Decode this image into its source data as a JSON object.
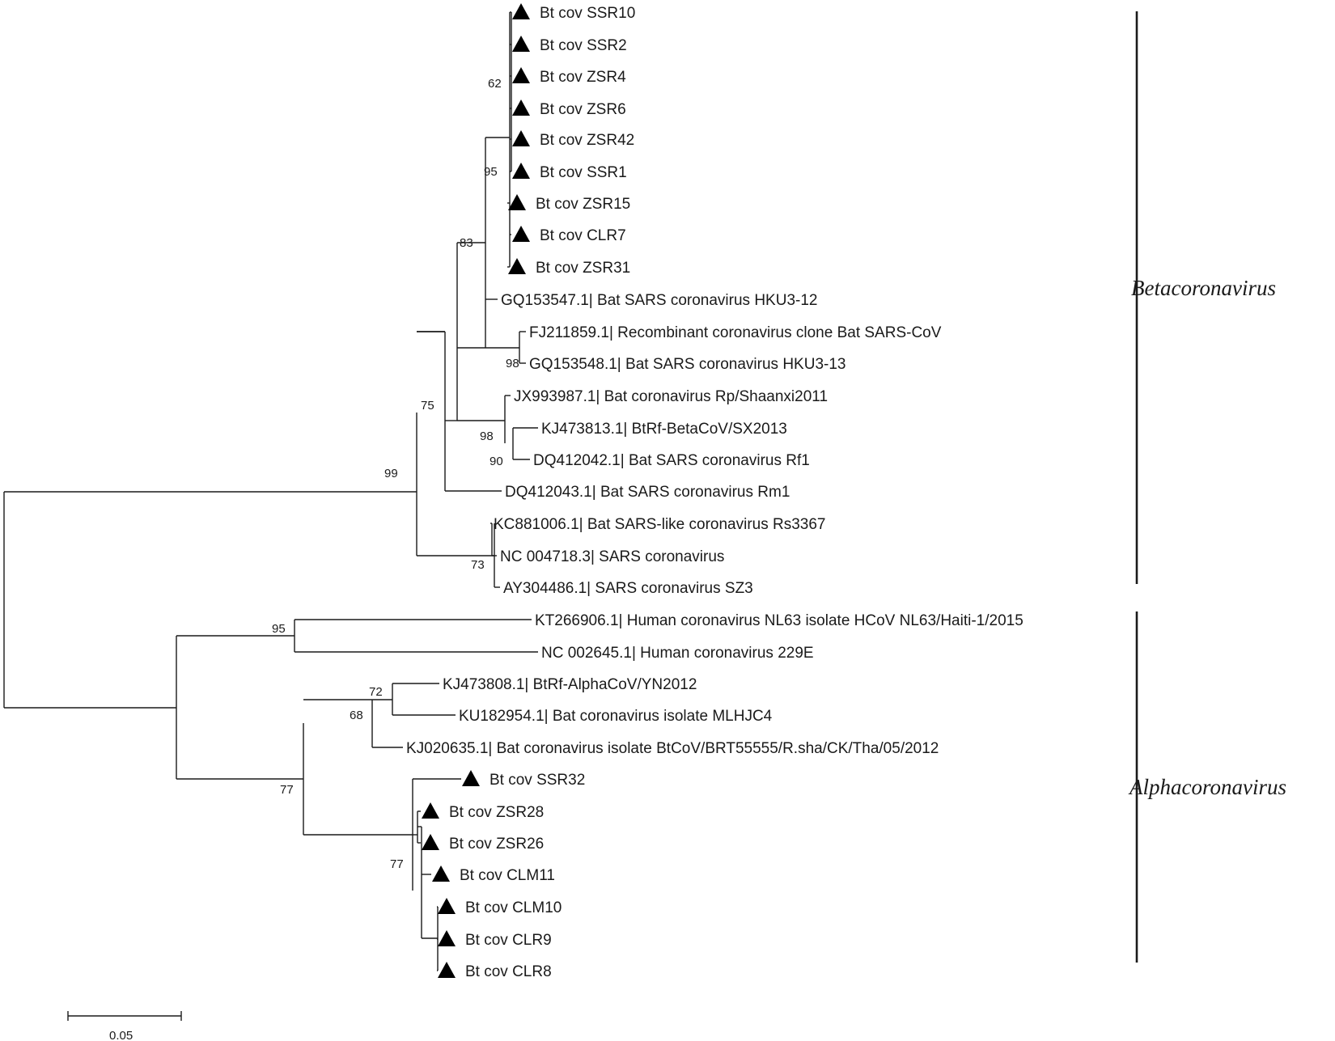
{
  "tree": {
    "tips": {
      "SSR10": "Bt cov SSR10",
      "SSR2": "Bt cov SSR2",
      "ZSR4": "Bt cov ZSR4",
      "ZSR6": "Bt cov ZSR6",
      "ZSR42": "Bt cov ZSR42",
      "SSR1": "Bt cov SSR1",
      "ZSR15": "Bt cov ZSR15",
      "CLR7": "Bt cov CLR7",
      "ZSR31": "Bt cov ZSR31",
      "HKU3_12": "GQ153547.1| Bat SARS coronavirus HKU3-12",
      "FJ211859": "FJ211859.1| Recombinant coronavirus clone Bat SARS-CoV",
      "HKU3_13": "GQ153548.1| Bat SARS coronavirus HKU3-13",
      "JX993987": "JX993987.1| Bat coronavirus Rp/Shaanxi2011",
      "KJ473813": "KJ473813.1| BtRf-BetaCoV/SX2013",
      "DQ412042": "DQ412042.1| Bat SARS coronavirus Rf1",
      "DQ412043": "DQ412043.1| Bat SARS coronavirus Rm1",
      "KC881006": "KC881006.1| Bat SARS-like coronavirus Rs3367",
      "NC004718": "NC 004718.3| SARS coronavirus",
      "AY304486": "AY304486.1| SARS coronavirus SZ3",
      "KT266906": "KT266906.1| Human coronavirus NL63 isolate HCoV NL63/Haiti-1/2015",
      "NC002645": "NC 002645.1| Human coronavirus 229E",
      "KJ473808": "KJ473808.1| BtRf-AlphaCoV/YN2012",
      "KU182954": "KU182954.1| Bat coronavirus isolate MLHJC4",
      "KJ020635": "KJ020635.1| Bat coronavirus isolate BtCoV/BRT55555/R.sha/CK/Tha/05/2012",
      "SSR32": "Bt cov SSR32",
      "ZSR28": "Bt cov ZSR28",
      "ZSR26": "Bt cov ZSR26",
      "CLM11": "Bt cov CLM11",
      "CLM10": "Bt cov CLM10",
      "CLR9": "Bt cov CLR9",
      "CLR8": "Bt cov CLR8"
    },
    "bootstrap": {
      "b62": "62",
      "b95a": "95",
      "b83": "83",
      "b98a": "98",
      "b75": "75",
      "b98b": "98",
      "b90": "90",
      "b99": "99",
      "b73": "73",
      "b95b": "95",
      "b72": "72",
      "b68": "68",
      "b77a": "77",
      "b77b": "77"
    },
    "clades": {
      "beta": "Betacoronavirus",
      "alpha": "Alphacoronavirus"
    },
    "marker_icon": "filled-triangle",
    "scale_bar": {
      "label": "0.05"
    }
  }
}
